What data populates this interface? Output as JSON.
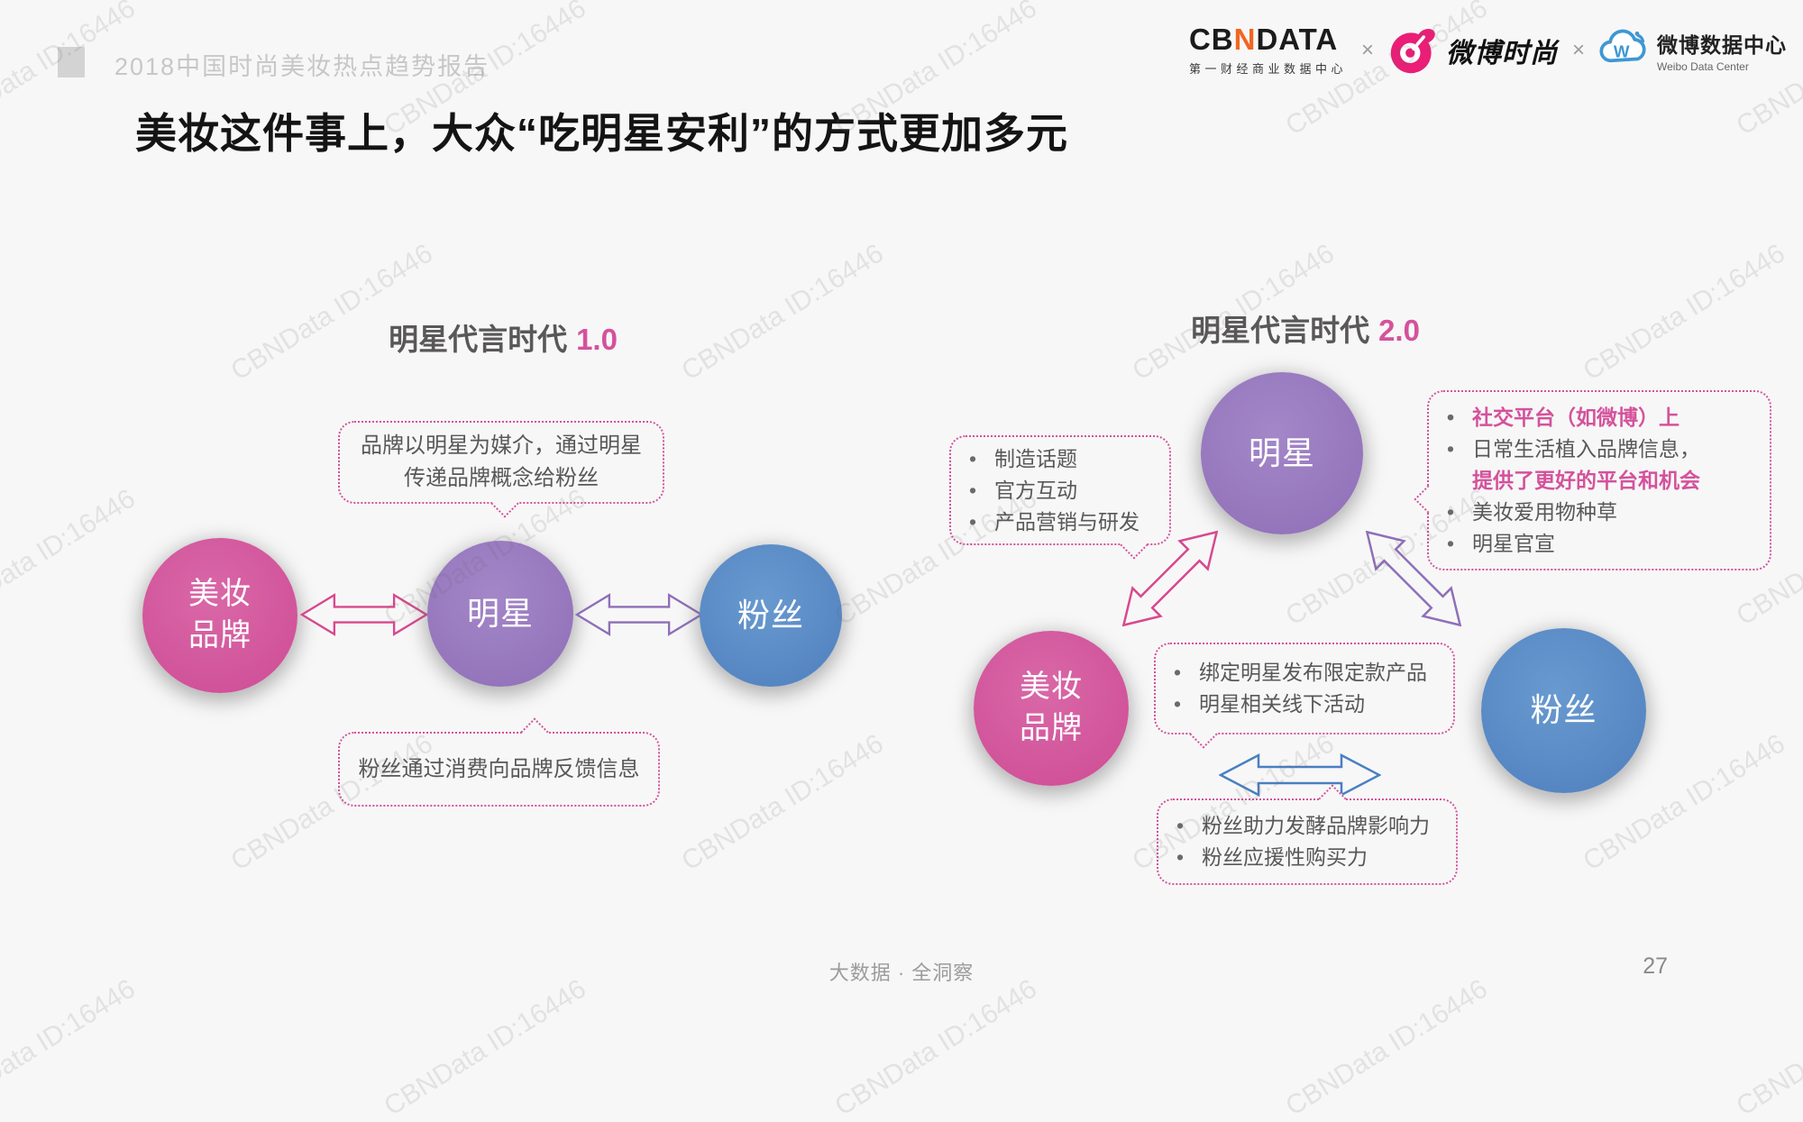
{
  "page": {
    "report_title": "2018中国时尚美妆热点趋势报告",
    "slide_title": "美妆这件事上，大众“吃明星安利”的方式更加多元",
    "footer": "大数据 · 全洞察",
    "page_number": "27",
    "watermark": "CBNData ID:16446"
  },
  "logos": {
    "cbndata": {
      "part1": "CB",
      "part2": "N",
      "part3": "DATA",
      "subtitle": "第一财经商业数据中心"
    },
    "separator": "×",
    "weibo_fashion": "微博时尚",
    "weibo_data_center": "微博数据中心",
    "weibo_data_center_en": "Weibo Data Center"
  },
  "era1": {
    "title": "明星代言时代",
    "version": "1.0",
    "bubble_top": "品牌以明星为媒介，通过明星传递品牌概念给粉丝",
    "bubble_bottom": "粉丝通过消费向品牌反馈信息",
    "brand_line1": "美妆",
    "brand_line2": "品牌",
    "star": "明星",
    "fans": "粉丝"
  },
  "era2": {
    "title": "明星代言时代",
    "version": "2.0",
    "star": "明星",
    "brand_line1": "美妆",
    "brand_line2": "品牌",
    "fans": "粉丝",
    "star_left_bubble": {
      "items": [
        "制造话题",
        "官方互动",
        "产品营销与研发"
      ]
    },
    "star_right_bubble": {
      "item1": "社交平台（如微博）上",
      "item2a": "日常生活植入品牌信息，",
      "item2b": "提供了更好的平台和机会",
      "item3": "美妆爱用物种草",
      "item4": "明星官宣"
    },
    "brand_fans_bubble": {
      "items": [
        "绑定明星发布限定款产品",
        "明星相关线下活动"
      ]
    },
    "fans_bottom_bubble": {
      "items": [
        "粉丝助力发酵品牌影响力",
        "粉丝应援性购买力"
      ]
    }
  },
  "colors": {
    "pink": "#d4529c",
    "purple": "#9678be",
    "blue": "#5b8ec8",
    "arrow_pink": "#d8488e",
    "arrow_purple": "#8e6fb8",
    "arrow_blue": "#4a7fc1",
    "cbn_orange": "#f26522",
    "weibo_pink": "#ea1e77",
    "weibo_blue": "#3f97d4"
  }
}
